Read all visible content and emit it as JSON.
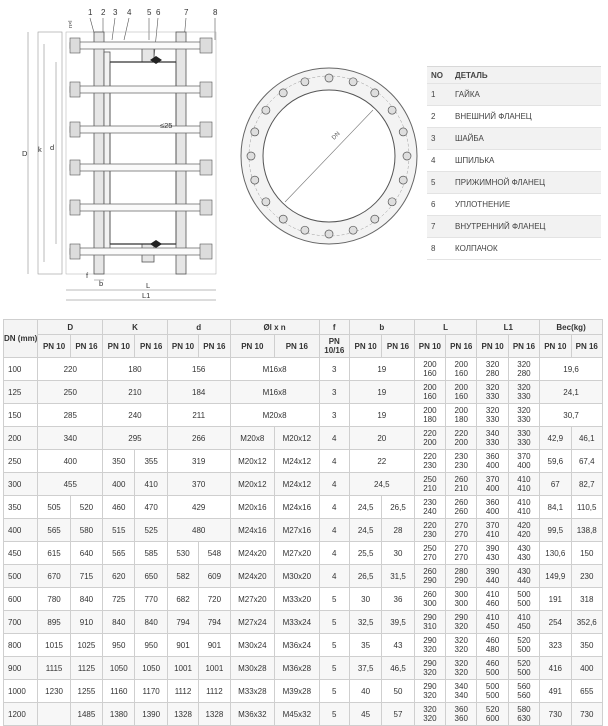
{
  "drawing": {
    "callouts": [
      "1",
      "2",
      "3",
      "4",
      "5",
      "6",
      "7",
      "8"
    ],
    "dims": {
      "D": "D",
      "k": "k",
      "d": "d",
      "f": "f",
      "b": "b",
      "L": "L",
      "L1": "L1",
      "s25": "≤25",
      "dn": "DN",
      "nxl": "n×l"
    }
  },
  "parts": {
    "header": {
      "no": "NO",
      "name": "ДЕТАЛЬ"
    },
    "items": [
      {
        "no": "1",
        "name": "ГАЙКА"
      },
      {
        "no": "2",
        "name": "ВНЕШНИЙ ФЛАНЕЦ"
      },
      {
        "no": "3",
        "name": "ШАЙБА"
      },
      {
        "no": "4",
        "name": "ШПИЛЬКА"
      },
      {
        "no": "5",
        "name": "ПРИЖИМНОЙ ФЛАНЕЦ"
      },
      {
        "no": "6",
        "name": "УПЛОТНЕНИЕ"
      },
      {
        "no": "7",
        "name": "ВНУТРЕННИЙ ФЛАНЕЦ"
      },
      {
        "no": "8",
        "name": "КОЛПАЧОК"
      }
    ]
  },
  "spec": {
    "headers": {
      "dn": "DN (mm)",
      "D": "D",
      "K": "K",
      "d": "d",
      "bolt": "Øl x n",
      "f": "f",
      "b": "b",
      "L": "L",
      "L1": "L1",
      "weight": "Bec(kg)",
      "pn10": "PN 10",
      "pn16": "PN 16",
      "pn1016": "PN 10/16"
    },
    "rows": [
      {
        "dn": "100",
        "D": [
          "220"
        ],
        "K": [
          "180"
        ],
        "d": [
          "156"
        ],
        "bolt": [
          "M16x8"
        ],
        "f": "3",
        "b": [
          "19"
        ],
        "L": [
          "200\n160",
          "200\n160"
        ],
        "L1": [
          "320\n280",
          "320\n280"
        ],
        "w": [
          "19,6"
        ]
      },
      {
        "dn": "125",
        "D": [
          "250"
        ],
        "K": [
          "210"
        ],
        "d": [
          "184"
        ],
        "bolt": [
          "M16x8"
        ],
        "f": "3",
        "b": [
          "19"
        ],
        "L": [
          "200\n160",
          "200\n160"
        ],
        "L1": [
          "320\n330",
          "320\n330"
        ],
        "w": [
          "24,1"
        ]
      },
      {
        "dn": "150",
        "D": [
          "285"
        ],
        "K": [
          "240"
        ],
        "d": [
          "211"
        ],
        "bolt": [
          "M20x8"
        ],
        "f": "3",
        "b": [
          "19"
        ],
        "L": [
          "200\n180",
          "200\n180"
        ],
        "L1": [
          "320\n330",
          "320\n330"
        ],
        "w": [
          "30,7"
        ]
      },
      {
        "dn": "200",
        "D": [
          "340"
        ],
        "K": [
          "295"
        ],
        "d": [
          "266"
        ],
        "bolt": [
          "M20x8",
          "M20x12"
        ],
        "f": "4",
        "b": [
          "20"
        ],
        "L": [
          "220\n200",
          "220\n200"
        ],
        "L1": [
          "340\n330",
          "330\n330"
        ],
        "w": [
          "42,9",
          "46,1"
        ]
      },
      {
        "dn": "250",
        "D": [
          "400"
        ],
        "K": [
          "350",
          "355"
        ],
        "d": [
          "319"
        ],
        "bolt": [
          "M20x12",
          "M24x12"
        ],
        "f": "4",
        "b": [
          "22"
        ],
        "L": [
          "220\n230",
          "230\n230"
        ],
        "L1": [
          "360\n400",
          "370\n400"
        ],
        "w": [
          "59,6",
          "67,4"
        ]
      },
      {
        "dn": "300",
        "D": [
          "455"
        ],
        "K": [
          "400",
          "410"
        ],
        "d": [
          "370"
        ],
        "bolt": [
          "M20x12",
          "M24x12"
        ],
        "f": "4",
        "b": [
          "24,5"
        ],
        "L": [
          "250\n210",
          "260\n210"
        ],
        "L1": [
          "370\n400",
          "410\n410"
        ],
        "w": [
          "67",
          "82,7"
        ]
      },
      {
        "dn": "350",
        "D": [
          "505",
          "520"
        ],
        "K": [
          "460",
          "470"
        ],
        "d": [
          "429"
        ],
        "bolt": [
          "M20x16",
          "M24x16"
        ],
        "f": "4",
        "b": [
          "24,5",
          "26,5"
        ],
        "L": [
          "230\n240",
          "260\n260"
        ],
        "L1": [
          "360\n400",
          "410\n410"
        ],
        "w": [
          "84,1",
          "110,5"
        ]
      },
      {
        "dn": "400",
        "D": [
          "565",
          "580"
        ],
        "K": [
          "515",
          "525"
        ],
        "d": [
          "480"
        ],
        "bolt": [
          "M24x16",
          "M27x16"
        ],
        "f": "4",
        "b": [
          "24,5",
          "28"
        ],
        "L": [
          "220\n230",
          "270\n270"
        ],
        "L1": [
          "370\n410",
          "420\n420"
        ],
        "w": [
          "99,5",
          "138,8"
        ]
      },
      {
        "dn": "450",
        "D": [
          "615",
          "640"
        ],
        "K": [
          "565",
          "585"
        ],
        "d": [
          "530",
          "548"
        ],
        "bolt": [
          "M24x20",
          "M27x20"
        ],
        "f": "4",
        "b": [
          "25,5",
          "30"
        ],
        "L": [
          "250\n270",
          "270\n270"
        ],
        "L1": [
          "390\n430",
          "430\n430"
        ],
        "w": [
          "130,6",
          "150"
        ]
      },
      {
        "dn": "500",
        "D": [
          "670",
          "715"
        ],
        "K": [
          "620",
          "650"
        ],
        "d": [
          "582",
          "609"
        ],
        "bolt": [
          "M24x20",
          "M30x20"
        ],
        "f": "4",
        "b": [
          "26,5",
          "31,5"
        ],
        "L": [
          "260\n290",
          "280\n290"
        ],
        "L1": [
          "390\n440",
          "430\n440"
        ],
        "w": [
          "149,9",
          "230"
        ]
      },
      {
        "dn": "600",
        "D": [
          "780",
          "840"
        ],
        "K": [
          "725",
          "770"
        ],
        "d": [
          "682",
          "720"
        ],
        "bolt": [
          "M27x20",
          "M33x20"
        ],
        "f": "5",
        "b": [
          "30",
          "36"
        ],
        "L": [
          "260\n300",
          "300\n300"
        ],
        "L1": [
          "410\n460",
          "500\n500"
        ],
        "w": [
          "191",
          "318"
        ]
      },
      {
        "dn": "700",
        "D": [
          "895",
          "910"
        ],
        "K": [
          "840",
          "840"
        ],
        "d": [
          "794",
          "794"
        ],
        "bolt": [
          "M27x24",
          "M33x24"
        ],
        "f": "5",
        "b": [
          "32,5",
          "39,5"
        ],
        "L": [
          "290\n310",
          "290\n320"
        ],
        "L1": [
          "410\n450",
          "410\n450"
        ],
        "w": [
          "254",
          "352,6"
        ]
      },
      {
        "dn": "800",
        "D": [
          "1015",
          "1025"
        ],
        "K": [
          "950",
          "950"
        ],
        "d": [
          "901",
          "901"
        ],
        "bolt": [
          "M30x24",
          "M36x24"
        ],
        "f": "5",
        "b": [
          "35",
          "43"
        ],
        "L": [
          "290\n320",
          "320\n320"
        ],
        "L1": [
          "460\n480",
          "520\n500"
        ],
        "w": [
          "323",
          "350"
        ]
      },
      {
        "dn": "900",
        "D": [
          "1115",
          "1125"
        ],
        "K": [
          "1050",
          "1050"
        ],
        "d": [
          "1001",
          "1001"
        ],
        "bolt": [
          "M30x28",
          "M36x28"
        ],
        "f": "5",
        "b": [
          "37,5",
          "46,5"
        ],
        "L": [
          "290\n320",
          "320\n320"
        ],
        "L1": [
          "460\n500",
          "520\n500"
        ],
        "w": [
          "416",
          "400"
        ]
      },
      {
        "dn": "1000",
        "D": [
          "1230",
          "1255"
        ],
        "K": [
          "1160",
          "1170"
        ],
        "d": [
          "1112",
          "1112"
        ],
        "bolt": [
          "M33x28",
          "M39x28"
        ],
        "f": "5",
        "b": [
          "40",
          "50"
        ],
        "L": [
          "290\n320",
          "340\n340"
        ],
        "L1": [
          "500\n500",
          "560\n560"
        ],
        "w": [
          "491",
          "655"
        ]
      },
      {
        "dn": "1200",
        "D": [
          "",
          "1485"
        ],
        "K": [
          "1380",
          "1390"
        ],
        "d": [
          "1328",
          "1328"
        ],
        "bolt": [
          "M36x32",
          "M45x32"
        ],
        "f": "5",
        "b": [
          "45",
          "57"
        ],
        "L": [
          "320\n320",
          "360\n360"
        ],
        "L1": [
          "520\n600",
          "580\n630"
        ],
        "w": [
          "730",
          "730"
        ]
      }
    ]
  }
}
